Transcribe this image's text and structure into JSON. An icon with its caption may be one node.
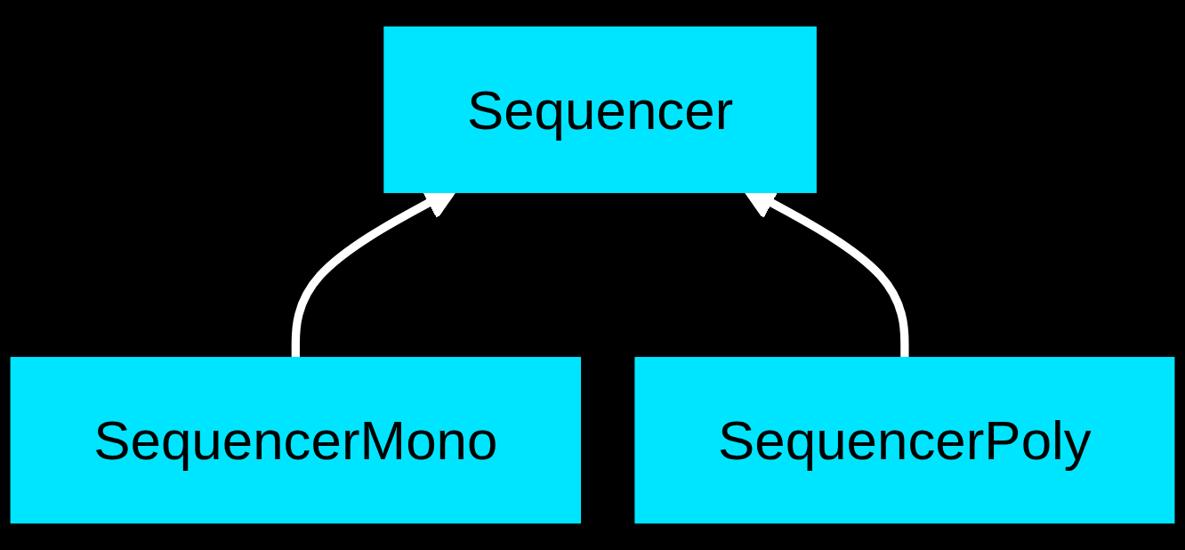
{
  "diagram": {
    "nodes": [
      {
        "text": [
          "Sequencer"
        ]
      },
      {
        "text": [
          "SequencerMono"
        ]
      },
      {
        "text": [
          "SequencerPoly"
        ]
      }
    ],
    "edges": [
      {
        "from": 1,
        "to": 0,
        "arrow": "to"
      },
      {
        "from": 2,
        "to": 0,
        "arrow": "to"
      }
    ]
  }
}
